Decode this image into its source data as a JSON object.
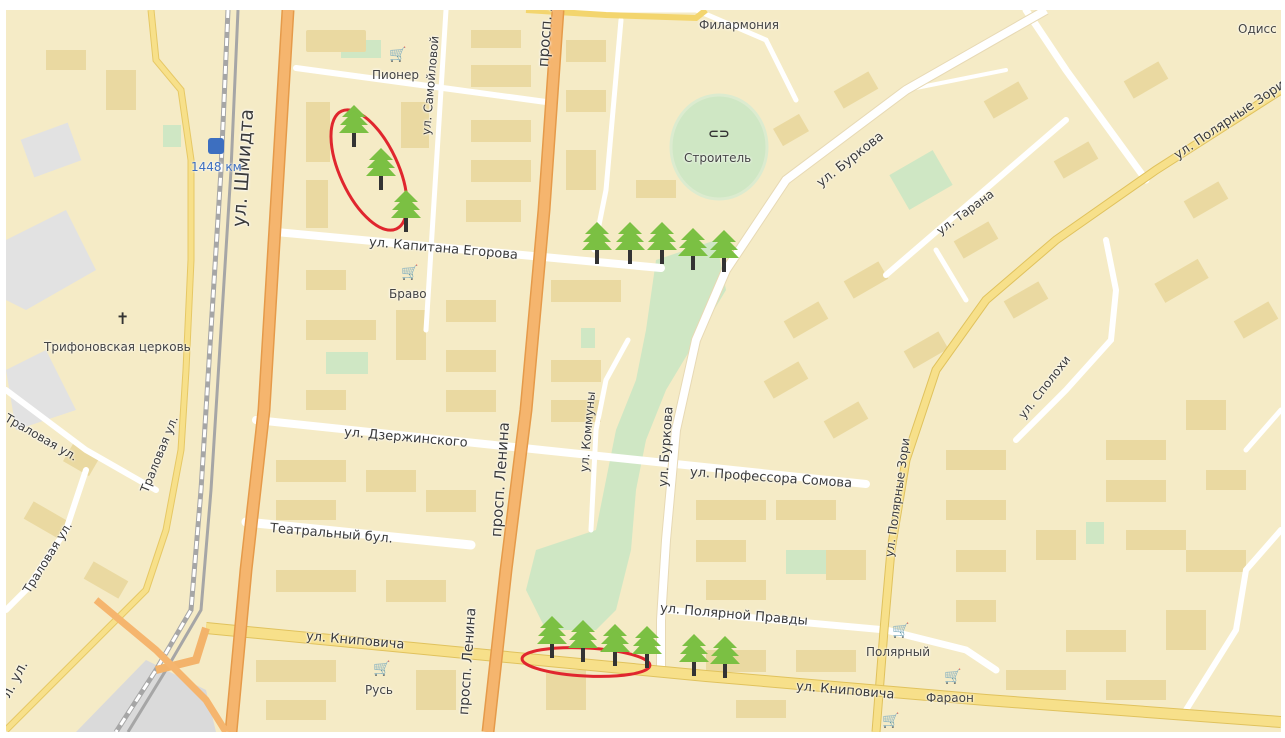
{
  "map": {
    "colors": {
      "land": "#f5ebc6",
      "block": "#eedfa8",
      "building": "#e8d49a",
      "park": "#cfe7c4",
      "street": "#ffffff",
      "avenue": "#f3b36b",
      "avenue_yellow": "#f5d873",
      "railway": "#9a9a9a",
      "marker_red": "#e0262e",
      "tree_green": "#7bc043",
      "tree_trunk": "#333333"
    },
    "streets": {
      "schmidta": "ул. Шмидта",
      "kapitana_egorova": "ул. Капитана Егорова",
      "samoylovoy": "ул. Самойловой",
      "lenina_top": "просп. Ле",
      "lenina_mid": "просп. Ленина",
      "lenina_bottom": "просп. Ленина",
      "dzerzhinskogo": "ул. Дзержинского",
      "kommuny": "ул. Коммуны",
      "burkova_upper": "ул. Буркова",
      "burkova_lower": "ул. Буркова",
      "professora_somova": "ул. Профессора Сомова",
      "teatralny": "Театральный бул.",
      "polyarnoy_pravdy": "ул. Полярной Правды",
      "knipovicha_left": "ул. Книповича",
      "knipovicha_right": "ул. Книповича",
      "tralovaya_1": "Траловая ул.",
      "tralovaya_2": "Траловая ул.",
      "tralovaya_3": "Траловая ул.",
      "polyarnye_zori_upper": "ул. Полярные Зори",
      "polyarnye_zori_lower": "ул. Полярные Зори",
      "tarana": "ул. Тарана",
      "spolokhi": "ул. Сполохи",
      "edge_left": "л. ул."
    },
    "pois": {
      "pioner": {
        "label": "Пионер",
        "icon": "shop-cart-icon"
      },
      "bravo": {
        "label": "Браво",
        "icon": "shop-cart-icon"
      },
      "rus": {
        "label": "Русь",
        "icon": "shop-cart-icon"
      },
      "polyarny": {
        "label": "Полярный",
        "icon": "shop-cart-icon"
      },
      "faraon": {
        "label": "Фараон",
        "icon": "shop-cart-icon"
      },
      "stroitel": {
        "label": "Строитель",
        "icon": "stadium-icon"
      },
      "filarmoniya": {
        "label": "Филармония",
        "icon": "theater-icon"
      },
      "trifonovskaya": {
        "label": "Трифоновская церковь",
        "icon": "church-cross-icon"
      },
      "station": {
        "label": "1448 км",
        "icon": "train-station-icon"
      },
      "odiss": {
        "label": "Одисс",
        "icon": "shop-icon"
      }
    },
    "glyphs": {
      "cart": "🛒",
      "cross": "✝",
      "train": "🚆",
      "stadium": "⊂⊃"
    },
    "tree_groups": [
      {
        "name": "pioner-block",
        "count": 3
      },
      {
        "name": "kapitana-egorova",
        "count": 5
      },
      {
        "name": "knipovicha-circled",
        "count": 4
      },
      {
        "name": "knipovicha-east",
        "count": 2
      }
    ]
  }
}
